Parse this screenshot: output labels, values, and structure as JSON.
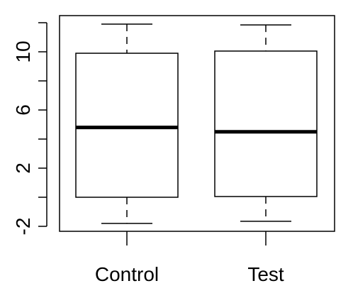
{
  "chart_data": {
    "type": "boxplot",
    "title": "",
    "xlabel": "",
    "ylabel": "",
    "ylim": [
      -2.3,
      12.5
    ],
    "y_ticks": [
      -2,
      0,
      2,
      4,
      6,
      8,
      10,
      12
    ],
    "y_tick_labels": [
      {
        "value": -2,
        "label": "-2"
      },
      {
        "value": 2,
        "label": "2"
      },
      {
        "value": 6,
        "label": "6"
      },
      {
        "value": 10,
        "label": "10"
      }
    ],
    "grid": false,
    "categories": [
      "Control",
      "Test"
    ],
    "boxes": [
      {
        "name": "Control",
        "min": -1.8,
        "q1": 0.0,
        "median": 4.8,
        "q3": 9.9,
        "max": 11.9
      },
      {
        "name": "Test",
        "min": -1.65,
        "q1": 0.05,
        "median": 4.5,
        "q3": 10.05,
        "max": 11.85
      }
    ],
    "colors": {
      "line": "#000000",
      "fill": "#ffffff"
    }
  }
}
